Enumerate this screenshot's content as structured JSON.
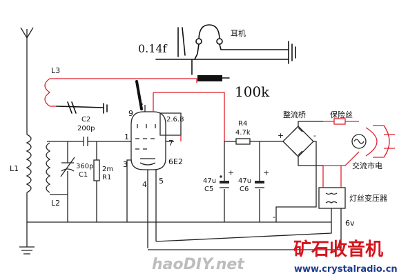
{
  "labels": {
    "earphone": "耳机",
    "cap_handwritten": "0.14f",
    "res_handwritten": "100k",
    "l3": "L3",
    "l1": "L1",
    "l2": "L2",
    "c2": "C2",
    "c2_val": "200p",
    "c1_val": "360p",
    "c1": "C1",
    "r1_val": "2m",
    "r1": "R1",
    "pin9": "9",
    "pin268": "2.6.8",
    "pin1": "1",
    "pin7": "7",
    "pin3": "3",
    "pin4": "4",
    "pin5": "5",
    "tube": "6E2",
    "r4": "R4",
    "r4_val": "4.7k",
    "c5_val": "47u",
    "c5": "C5",
    "c6_val": "47u",
    "c6": "C6",
    "rectifier": "整流桥",
    "fuse": "保险丝",
    "mains": "交流市电",
    "transformer": "灯丝变压器",
    "volts": "6v",
    "plus": "+",
    "minus": "-"
  },
  "watermarks": {
    "left_logo": "haoDIY.net",
    "right_logo": "矿石收音机",
    "url": "www.crystalradio.cn"
  },
  "colors": {
    "wire": "#222222",
    "red_wire": "#e0202a",
    "brand_red": "#d4141c",
    "brand_blue": "#1f3b8c"
  }
}
